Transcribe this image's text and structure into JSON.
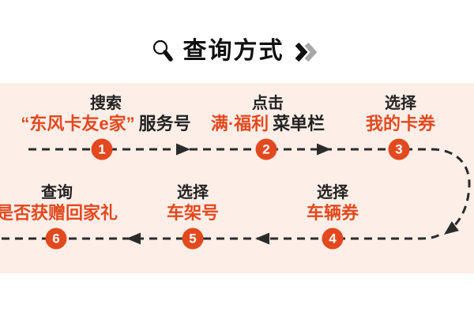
{
  "title": {
    "text": "查询方式",
    "icon_left": "magnifier-icon",
    "icon_right": "double-chevron-icon"
  },
  "colors": {
    "accent": "#e2491e",
    "panel_background": "#fdeee8",
    "dash": "#2b2b2b",
    "title_text": "#111111",
    "body_text": "#222222",
    "chevron_gray": "#a8a8a8"
  },
  "flow": {
    "direction": "1-2-3 top row left-to-right, curve down right side, 4-5-6 bottom row right-to-left",
    "steps": [
      {
        "number": "1",
        "action": "搜索",
        "detail_accent": "“东风卡友e家”",
        "detail_rest": "服务号"
      },
      {
        "number": "2",
        "action": "点击",
        "detail_accent": "满·福利",
        "detail_rest": "菜单栏"
      },
      {
        "number": "3",
        "action": "选择",
        "detail_accent": "我的卡券",
        "detail_rest": ""
      },
      {
        "number": "4",
        "action": "选择",
        "detail_accent": "车辆券",
        "detail_rest": ""
      },
      {
        "number": "5",
        "action": "选择",
        "detail_accent": "车架号",
        "detail_rest": ""
      },
      {
        "number": "6",
        "action": "查询",
        "detail_accent": "是否获赠回家礼",
        "detail_rest": ""
      }
    ]
  }
}
